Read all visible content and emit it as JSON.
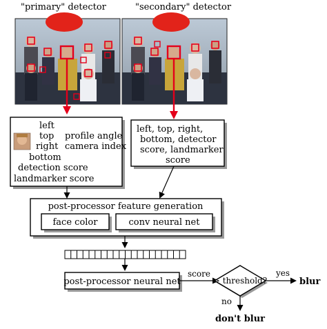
{
  "detectors": {
    "primary_label": "\"primary\" detector",
    "secondary_label": "\"secondary\" detector"
  },
  "primary_features": {
    "col1": [
      "left",
      "top",
      "right",
      "bottom",
      "detection score",
      "landmarker score"
    ],
    "col2": [
      "profile angle",
      "camera index"
    ]
  },
  "secondary_features": [
    "left, top, right,",
    "bottom, detector",
    "score, landmarker",
    "score"
  ],
  "postprocessor": {
    "title": "post-processor feature generation",
    "face_color": "face color",
    "conv_net": "conv neural net"
  },
  "neural_net_label": "post-processor neural net",
  "score_label": "score",
  "decision": {
    "label": "> threshold?",
    "yes_label": "yes",
    "no_label": "no",
    "yes_result": "blur",
    "no_result": "don't blur"
  },
  "colors": {
    "accent_red": "#e4001b",
    "box_stroke": "#000000",
    "shadow": "#9a9a9a"
  }
}
